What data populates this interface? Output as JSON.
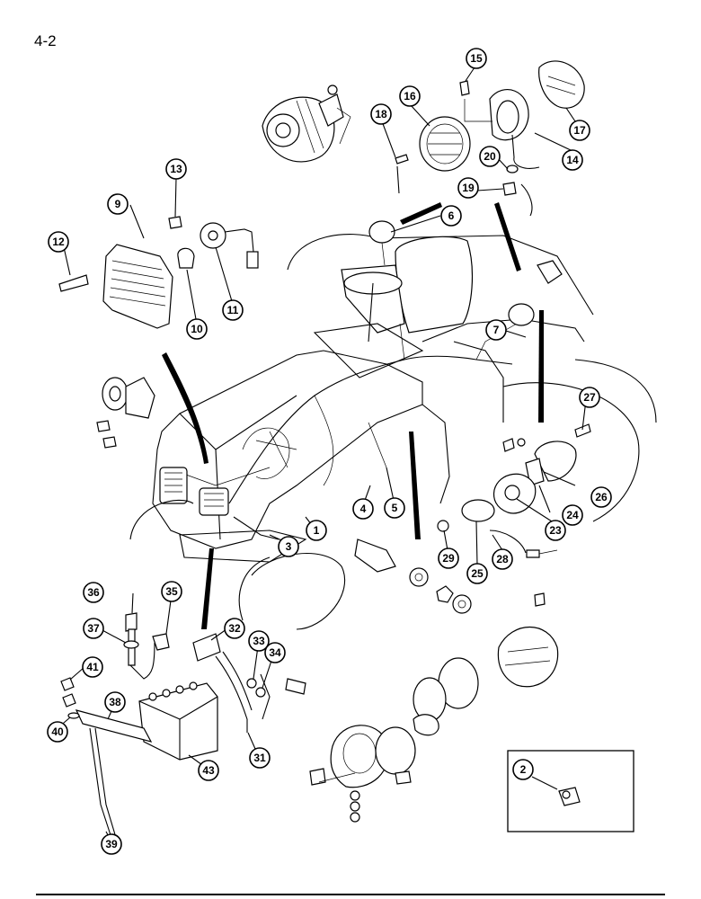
{
  "page": {
    "number": "4-2"
  },
  "callouts": [
    "1",
    "2",
    "3",
    "4",
    "5",
    "6",
    "7",
    "9",
    "10",
    "11",
    "12",
    "13",
    "14",
    "15",
    "16",
    "17",
    "18",
    "19",
    "20",
    "23",
    "24",
    "25",
    "26",
    "27",
    "28",
    "29",
    "31",
    "32",
    "33",
    "34",
    "35",
    "36",
    "37",
    "38",
    "39",
    "40",
    "41",
    "43"
  ]
}
